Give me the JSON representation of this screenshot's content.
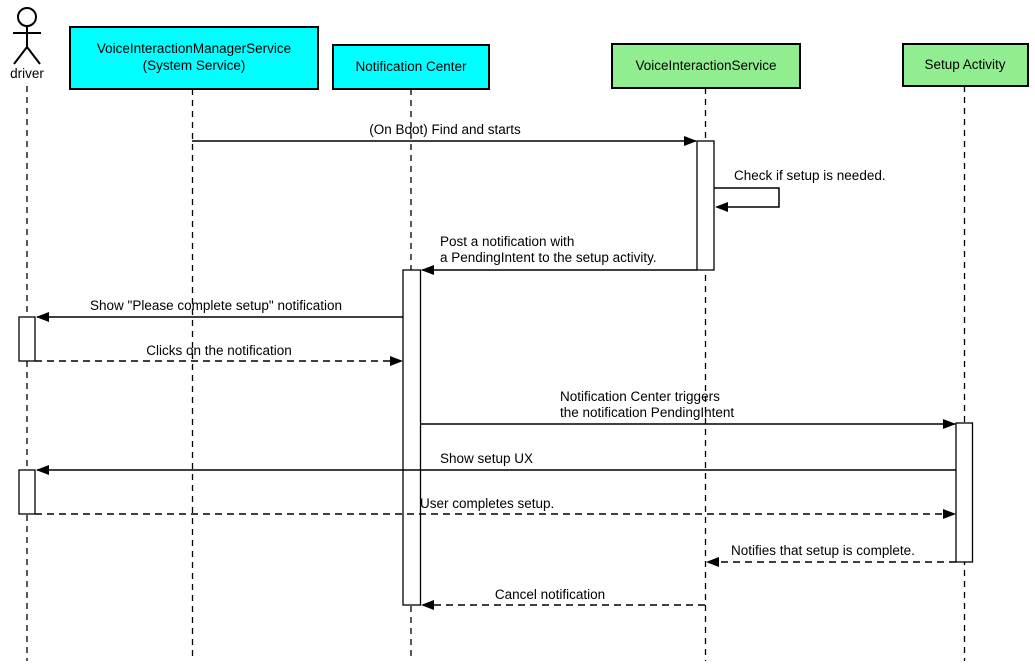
{
  "diagram_type": "uml-sequence-diagram",
  "colors": {
    "participant_cyan": "#00FFFF",
    "participant_green": "#90EE90",
    "stroke": "#000000",
    "background": "#FFFFFF"
  },
  "actor": {
    "name": "driver"
  },
  "participants": [
    {
      "id": "vims",
      "line1": "VoiceInteractionManagerService",
      "line2": "(System Service)",
      "fill": "#00FFFF"
    },
    {
      "id": "notification-center",
      "label": "Notification Center",
      "fill": "#00FFFF"
    },
    {
      "id": "voice-interaction-service",
      "label": "VoiceInteractionService",
      "fill": "#90EE90"
    },
    {
      "id": "setup-activity",
      "label": "Setup Activity",
      "fill": "#90EE90"
    }
  ],
  "messages": [
    {
      "label": "(On Boot) Find and starts",
      "from": "VoiceInteractionManagerService",
      "to": "VoiceInteractionService",
      "style": "solid"
    },
    {
      "label": "Check if setup is needed.",
      "from": "VoiceInteractionService",
      "to": "VoiceInteractionService",
      "style": "solid",
      "self_message": true
    },
    {
      "line1": "Post a notification with",
      "line2": "a PendingIntent to the setup activity.",
      "from": "VoiceInteractionService",
      "to": "Notification Center",
      "style": "solid"
    },
    {
      "label": "Show \"Please complete setup\" notification",
      "from": "Notification Center",
      "to": "driver",
      "style": "solid"
    },
    {
      "label": "Clicks on the notification",
      "from": "driver",
      "to": "Notification Center",
      "style": "dashed"
    },
    {
      "line1": "Notification Center triggers",
      "line2": "the notification PendingIntent",
      "from": "Notification Center",
      "to": "Setup Activity",
      "style": "solid"
    },
    {
      "label": "Show setup UX",
      "from": "Setup Activity",
      "to": "driver",
      "style": "solid"
    },
    {
      "label": "User completes setup.",
      "from": "driver",
      "to": "Setup Activity",
      "style": "dashed"
    },
    {
      "label": "Notifies that setup is complete.",
      "from": "Setup Activity",
      "to": "VoiceInteractionService",
      "style": "dashed"
    },
    {
      "label": "Cancel notification",
      "from": "VoiceInteractionService",
      "to": "Notification Center",
      "style": "dashed"
    }
  ]
}
